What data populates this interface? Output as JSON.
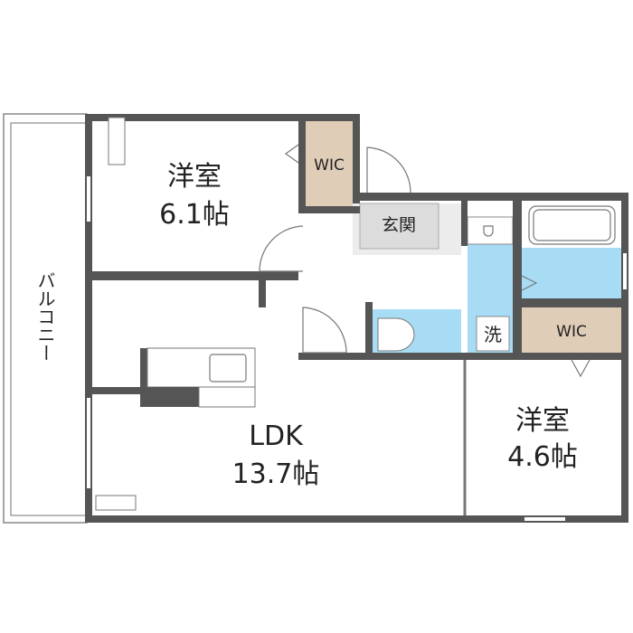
{
  "rooms": {
    "western_room_1": {
      "name": "洋室",
      "size": "6.1帖"
    },
    "ldk": {
      "name": "LDK",
      "size": "13.7帖"
    },
    "western_room_2": {
      "name": "洋室",
      "size": "4.6帖"
    },
    "wic_1": "WIC",
    "wic_2": "WIC",
    "entrance": "玄関",
    "washer": "洗",
    "balcony": "バルコニー"
  },
  "colors": {
    "wall": "#555555",
    "water": "#a8dcf5",
    "wic": "#e0cdb8",
    "entrance": "#dcdcdc"
  }
}
